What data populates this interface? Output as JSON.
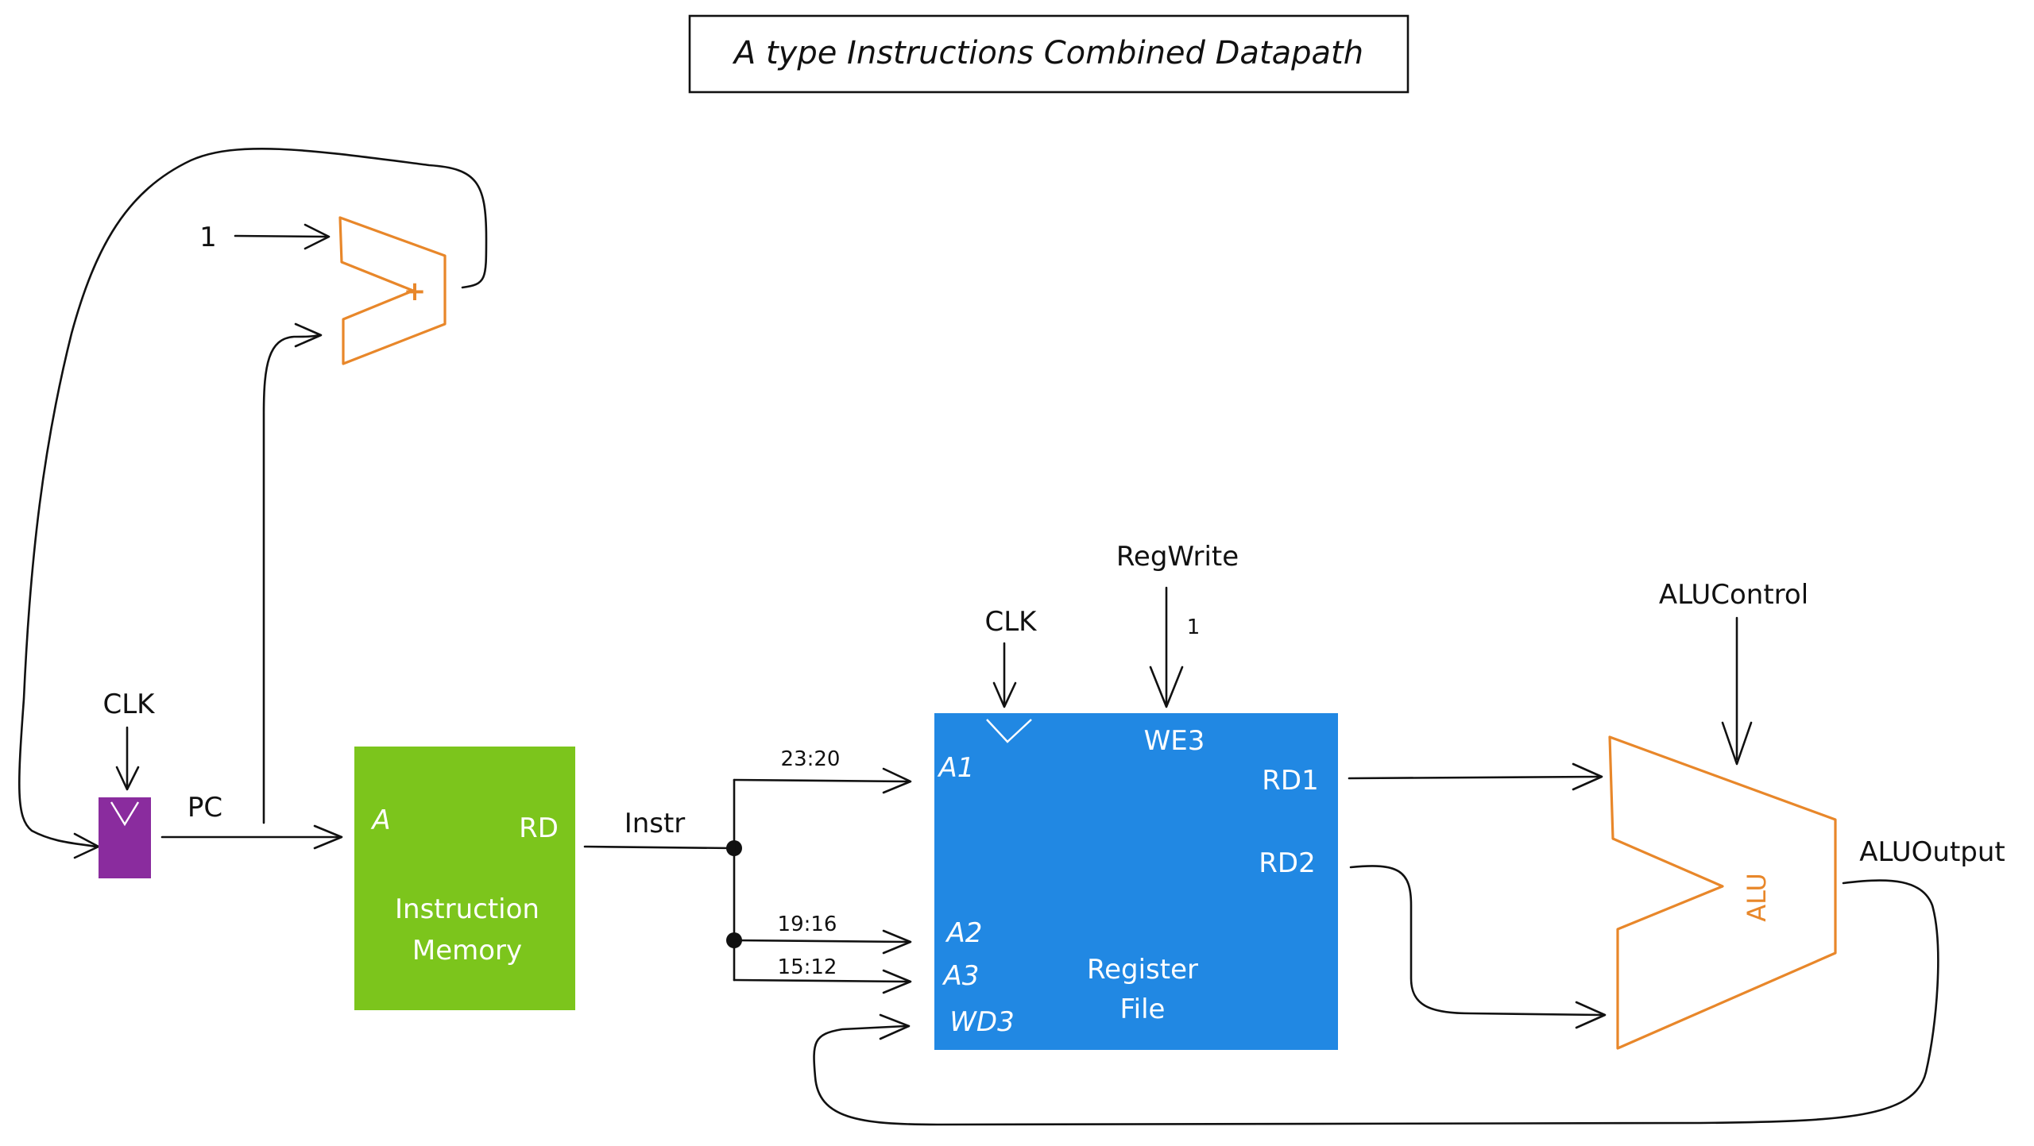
{
  "title": "A type Instructions Combined Datapath",
  "colors": {
    "pc_register": "#8a2c9e",
    "instruction_memory": "#7cc51c",
    "register_file": "#2188e3",
    "alu_and_adder": "#e8872a",
    "ink": "#111111"
  },
  "adder": {
    "symbol": "+",
    "constant_input": "1"
  },
  "pc": {
    "label": "PC",
    "clk_label": "CLK"
  },
  "instruction_memory": {
    "port_a": "A",
    "port_rd": "RD",
    "name_line1": "Instruction",
    "name_line2": "Memory",
    "output_label": "Instr"
  },
  "bit_fields": {
    "a1_field": "23:20",
    "a2_field": "19:16",
    "a3_field": "15:12"
  },
  "register_file": {
    "clk_label": "CLK",
    "regwrite_label": "RegWrite",
    "regwrite_value": "1",
    "port_we3": "WE3",
    "port_a1": "A1",
    "port_a2": "A2",
    "port_a3": "A3",
    "port_wd3": "WD3",
    "port_rd1": "RD1",
    "port_rd2": "RD2",
    "name_line1": "Register",
    "name_line2": "File"
  },
  "alu": {
    "name": "ALU",
    "control_label": "ALUControl",
    "output_label": "ALUOutput"
  }
}
